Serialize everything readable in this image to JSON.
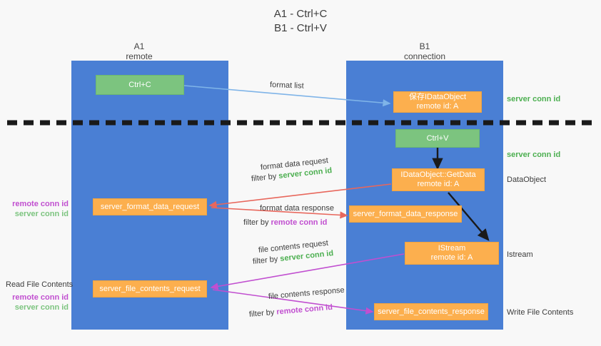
{
  "title": {
    "line1": "A1 - Ctrl+C",
    "line2": "B1 - Ctrl+V"
  },
  "lanes": [
    {
      "id": "a1",
      "name": "A1",
      "sub": "remote"
    },
    {
      "id": "b1",
      "name": "B1",
      "sub": "connection"
    }
  ],
  "boxes": {
    "ctrl_c": {
      "line1": "Ctrl+C",
      "line2": ""
    },
    "ole_set": {
      "line1": "保存IDataObject",
      "line2": "remote id: A"
    },
    "ctrl_v": {
      "line1": "Ctrl+V",
      "line2": ""
    },
    "get_data": {
      "line1": "IDataObject::GetData",
      "line2": "remote id: A"
    },
    "istream": {
      "line1": "IStream",
      "line2": "remote id: A"
    },
    "fmt_req": {
      "line1": "server_format_data_request",
      "line2": ""
    },
    "fmt_resp": {
      "line1": "server_format_data_response",
      "line2": ""
    },
    "file_req": {
      "line1": "server_file_contents_request",
      "line2": ""
    },
    "file_resp": {
      "line1": "server_file_contents_response",
      "line2": ""
    }
  },
  "annotations": {
    "format_list": "format list",
    "fmt_req_l1": "format data request",
    "fmt_req_l2_pre": "filter by ",
    "fmt_req_l2_key": "server conn id",
    "fmt_resp_l1": "format data response",
    "fmt_resp_l2_pre": "filter by ",
    "fmt_resp_l2_key": "remote conn id",
    "file_req_l1": "file contents request",
    "file_req_l2_pre": "filter by ",
    "file_req_l2_key": "server conn id",
    "file_resp_l1": "file contents response",
    "file_resp_l2_pre": "filter by ",
    "file_resp_l2_key": "remote conn id"
  },
  "right_labels": {
    "server_conn_top": "server conn id",
    "server_conn_mid": "server conn id",
    "data_object": "DataObject",
    "istream": "Istream",
    "write_file": "Write File Contents"
  },
  "left_labels": {
    "conn_pair_1_remote": "remote conn id",
    "conn_pair_1_server": "server conn id",
    "read_file": "Read File Contents",
    "conn_pair_2_remote": "remote conn id",
    "conn_pair_2_server": "server conn id"
  },
  "colors": {
    "lane": "#4a7fd4",
    "green_box": "#7cc47f",
    "orange_box": "#fcaf4e",
    "arrow_blue": "#7fb4e8",
    "arrow_red": "#e8675c",
    "arrow_magenta": "#c14fd0",
    "arrow_black": "#1a1a1a",
    "accent_green": "#4caf50",
    "accent_purple": "#c14fd0",
    "divider": "#1a1a1a",
    "background": "#f8f8f8"
  }
}
